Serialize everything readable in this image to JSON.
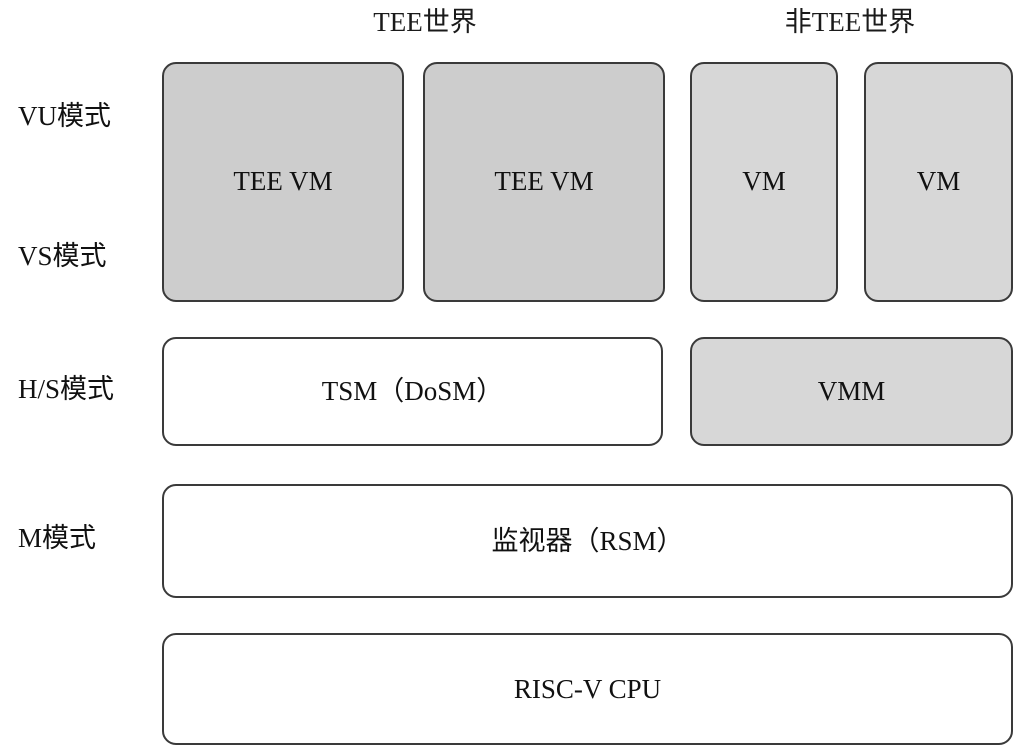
{
  "headers": {
    "tee_world": "TEE世界",
    "non_tee_world": "非TEE世界"
  },
  "mode_labels": {
    "vu": "VU模式",
    "vs": "VS模式",
    "hs": "H/S模式",
    "m": "M模式"
  },
  "boxes": {
    "vm_tee_1": "TEE VM",
    "vm_tee_2": "TEE VM",
    "vm_1": "VM",
    "vm_2": "VM",
    "tsm": "TSM（DoSM）",
    "vmm": "VMM",
    "rsm": "监视器（RSM）",
    "cpu": "RISC-V CPU"
  },
  "colors": {
    "tee_vm_fill": "#cdcdcd",
    "vm_fill": "#d7d7d7",
    "vmm_fill": "#d7d7d7",
    "plain_fill": "#ffffff",
    "stroke": "#3a3a3a",
    "text": "#111111",
    "background": "#ffffff"
  }
}
